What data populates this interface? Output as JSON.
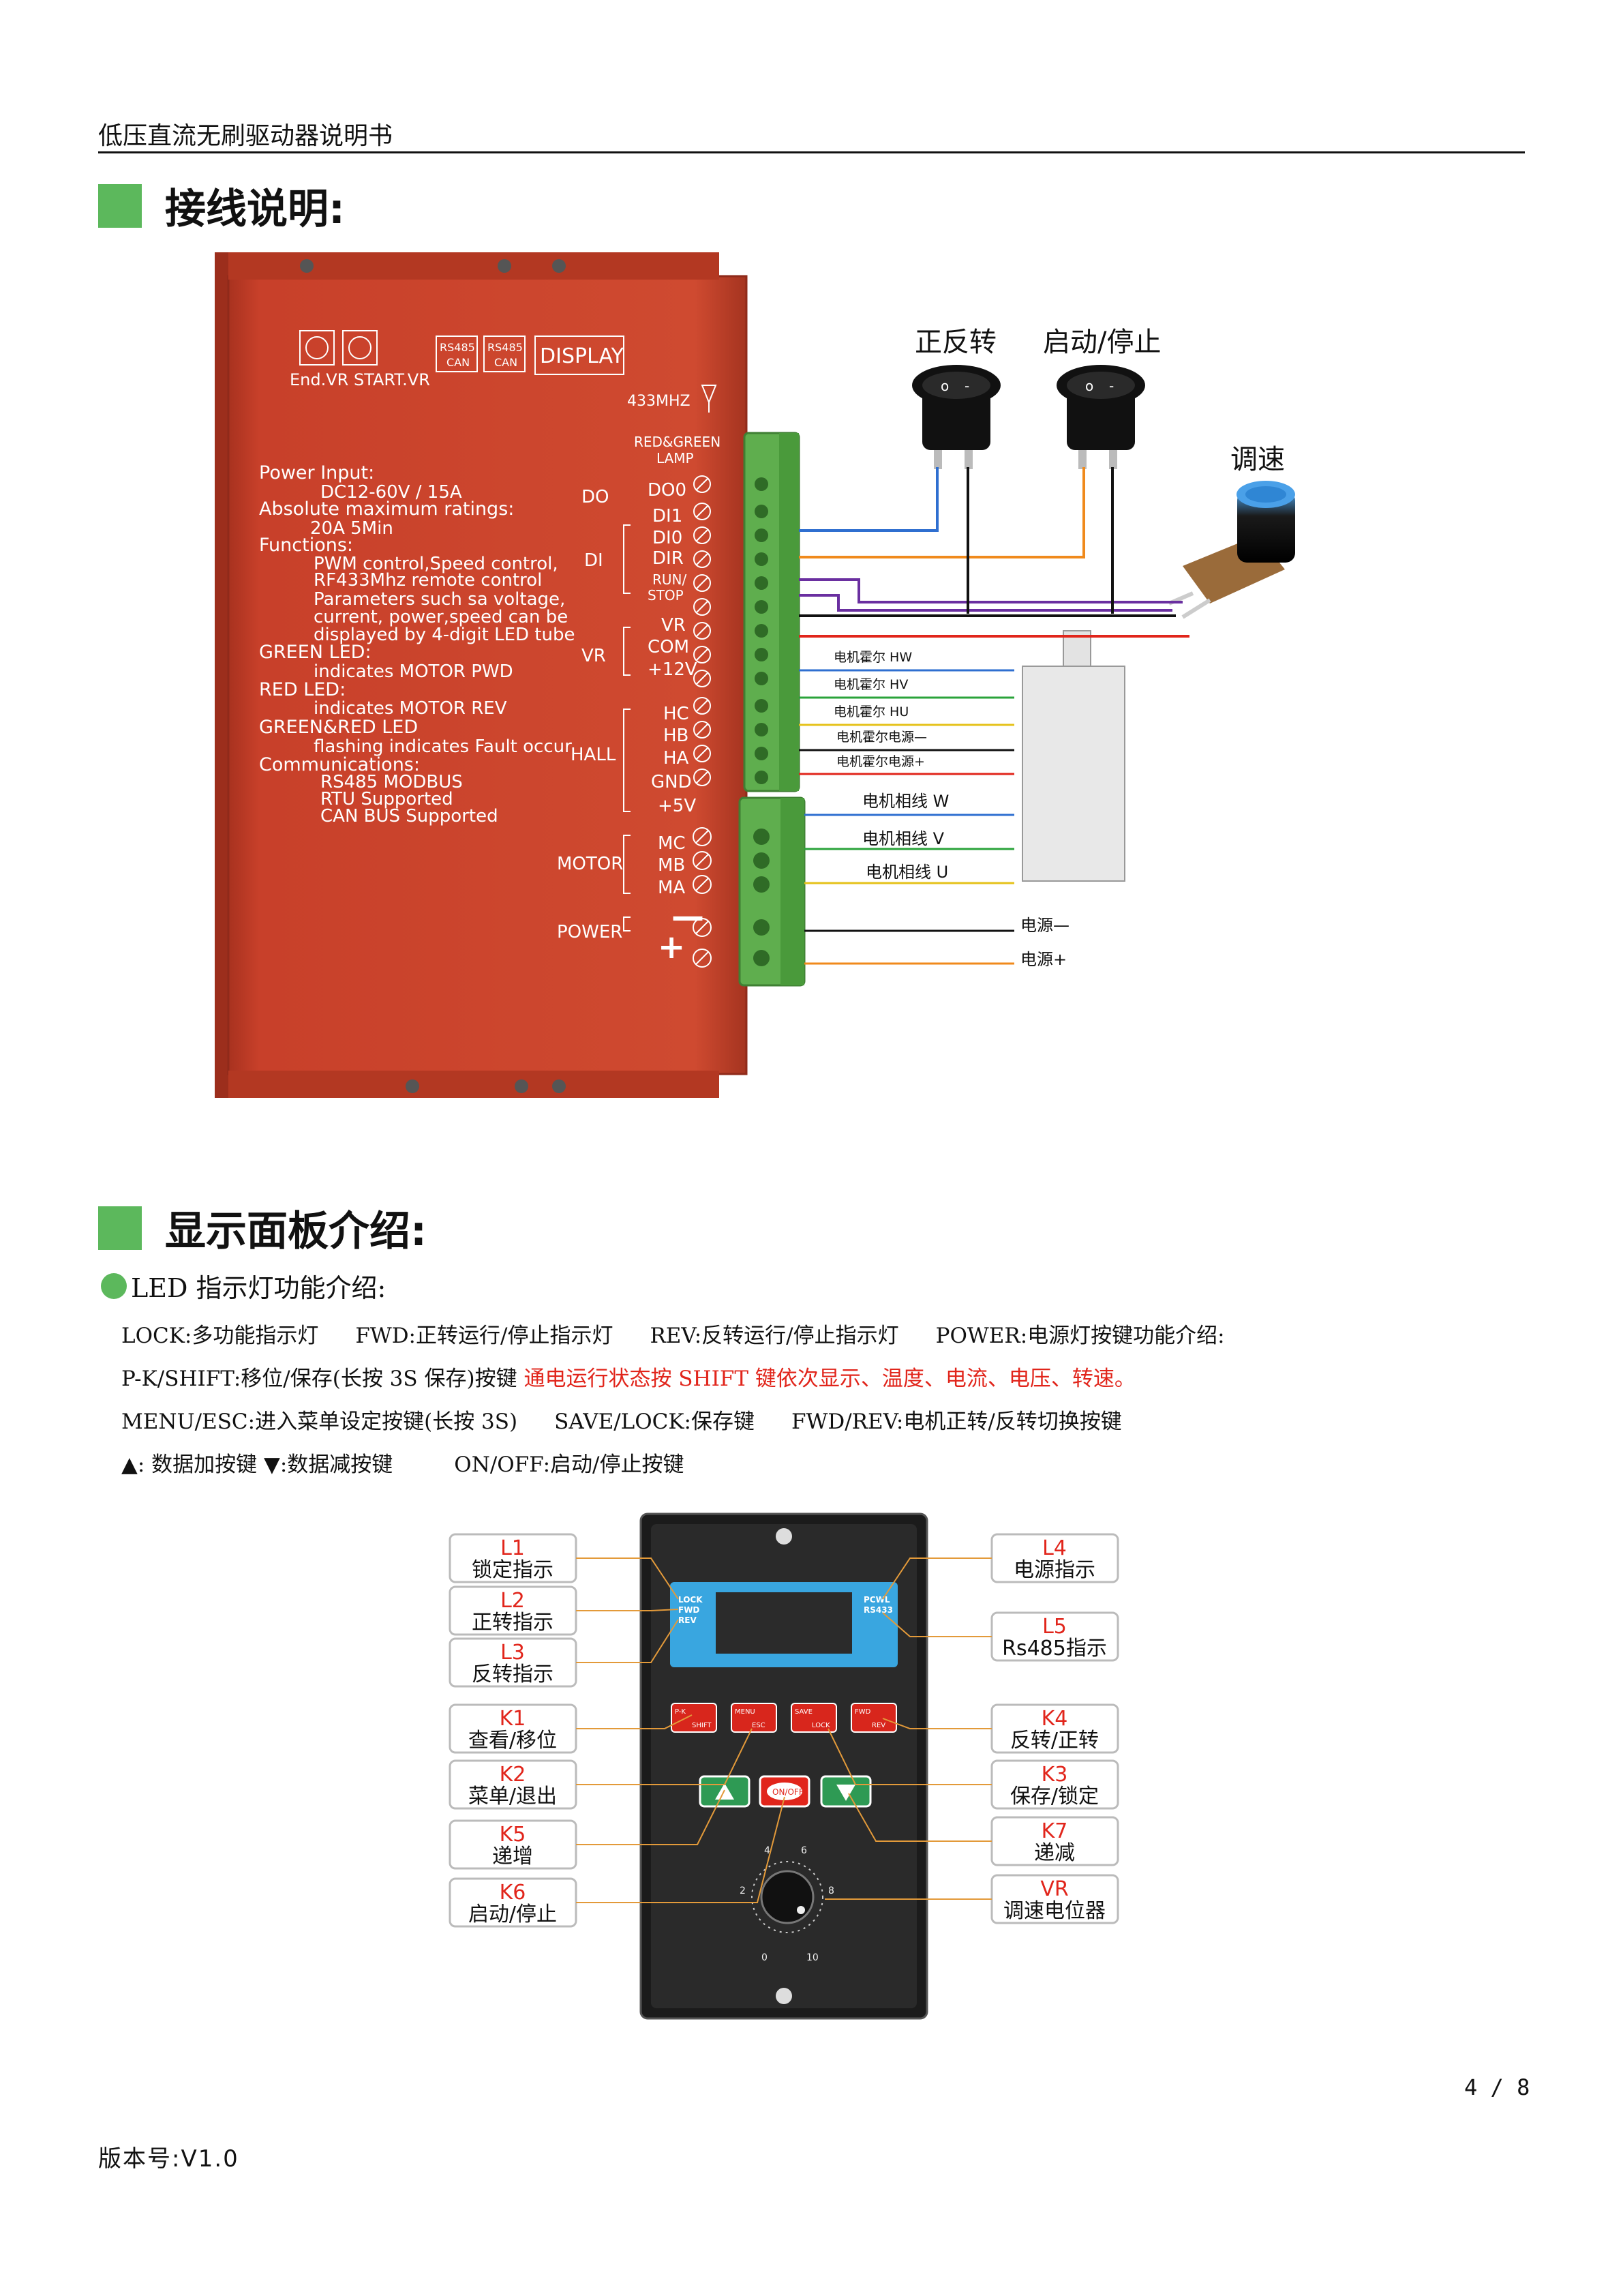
{
  "header": {
    "title": "低压直流无刷驱动器说明书"
  },
  "sections": {
    "wiring_title": "接线说明:",
    "panel_title": "显示面板介绍:"
  },
  "driver": {
    "top_labels": {
      "end_vr": "End.VR START.VR",
      "rs485_can_1": "RS485\nCAN",
      "rs485": "RS485",
      "can": "CAN",
      "display": "DISPLAY",
      "rf": "433MHZ",
      "lamp": "RED&GREEN\nLAMP"
    },
    "lamp_l1": "RED&GREEN",
    "lamp_l2": "LAMP",
    "spec_lines": [
      "Power Input:",
      "DC12-60V / 15A",
      "Absolute maximum ratings:",
      "20A 5Min",
      "Functions:",
      "PWM control,Speed control,",
      "RF433Mhz remote control",
      "Parameters such sa voltage,",
      "current, power,speed can be",
      "displayed by 4-digit LED tube",
      "GREEN LED:",
      "indicates MOTOR PWD",
      "RED LED:",
      "indicates MOTOR REV",
      "GREEN&RED LED",
      "flashing indicates Fault occur",
      "Communications:",
      "RS485 MODBUS",
      "RTU Supported",
      "CAN BUS Supported"
    ],
    "groups": [
      "DO",
      "DI",
      "VR",
      "HALL",
      "MOTOR",
      "POWER"
    ],
    "pins": [
      "DO0",
      "DI1",
      "DI0",
      "DIR",
      "RUN/",
      "STOP",
      "VR",
      "COM",
      "+12V",
      "HC",
      "HB",
      "HA",
      "GND",
      "+5V",
      "MC",
      "MB",
      "MA",
      "—",
      "+"
    ],
    "switch_labels": [
      "正反转",
      "启动/停止",
      "调速"
    ],
    "wire_labels": [
      "电机霍尔 HW",
      "电机霍尔 HV",
      "电机霍尔 HU",
      "电机霍尔电源—",
      "电机霍尔电源+",
      "电机相线 W",
      "电机相线 V",
      "电机相线 U",
      "电源—",
      "电源+"
    ]
  },
  "led_intro": {
    "heading": "LED  指示灯功能介绍:",
    "line1": [
      "LOCK:多功能指示灯",
      "FWD:正转运行/停止指示灯",
      "REV:反转运行/停止指示灯",
      "POWER:电源灯按键功能介绍:"
    ],
    "line2_black": "P-K/SHIFT:移位/保存(长按  3S  保存)按键",
    "line2_red": "通电运行状态按  SHIFT  键依次显示、温度、电流、电压、转速。",
    "line3": [
      "MENU/ESC:进入菜单设定按键(长按  3S)",
      "SAVE/LOCK:保存键",
      "FWD/REV:电机正转/反转切换按键"
    ],
    "line4": [
      "▲: 数据加按键  ▼:数据减按键",
      "ON/OFF:启动/停止按键"
    ]
  },
  "panel": {
    "left_callouts": [
      {
        "code": "L1",
        "text": "锁定指示"
      },
      {
        "code": "L2",
        "text": "正转指示"
      },
      {
        "code": "L3",
        "text": "反转指示"
      },
      {
        "code": "K1",
        "text": "查看/移位"
      },
      {
        "code": "K2",
        "text": "菜单/退出"
      },
      {
        "code": "K5",
        "text": "递增"
      },
      {
        "code": "K6",
        "text": "启动/停止"
      }
    ],
    "right_callouts": [
      {
        "code": "L4",
        "text": "电源指示"
      },
      {
        "code": "L5",
        "text": "Rs485指示"
      },
      {
        "code": "K4",
        "text": "反转/正转"
      },
      {
        "code": "K3",
        "text": "保存/锁定"
      },
      {
        "code": "K7",
        "text": "递减"
      },
      {
        "code": "VR",
        "text": "调速电位器"
      }
    ],
    "screen_left": [
      "LOCK",
      "FWD",
      "REV"
    ],
    "screen_right": [
      "PCWL",
      "RS433"
    ],
    "keys": [
      {
        "top": "P-K",
        "bottom": "SHIFT"
      },
      {
        "top": "MENU",
        "bottom": "ESC"
      },
      {
        "top": "SAVE",
        "bottom": "LOCK"
      },
      {
        "top": "FWD",
        "bottom": "REV"
      }
    ],
    "onoff": "ON/OFF",
    "dial": [
      "0",
      "2",
      "4",
      "6",
      "8",
      "10"
    ]
  },
  "footer": {
    "page": "4 / 8",
    "version": "版本号:V1.0"
  },
  "colors": {
    "accent_green": "#5cb85c",
    "driver_red": "#c8402a",
    "terminal_green": "#5fae4e",
    "callout_red": "#e1251b"
  }
}
